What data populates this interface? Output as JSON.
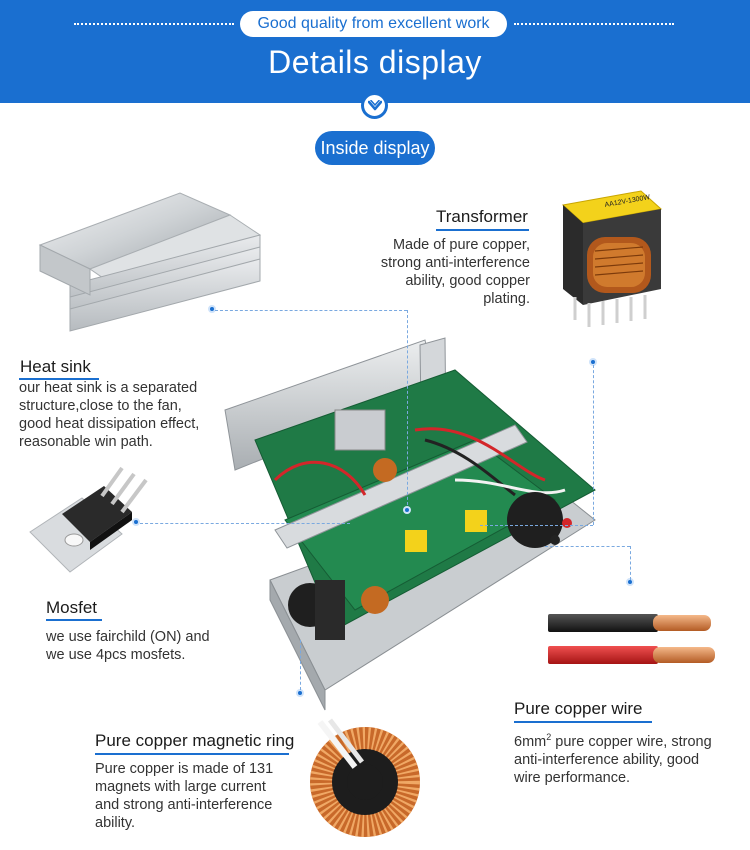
{
  "header": {
    "tagline": "Good quality from excellent work",
    "title": "Details display",
    "background": "#1a6fd0"
  },
  "section_badge": "Inside display",
  "features": {
    "transformer": {
      "title": "Transformer",
      "lines": [
        "Made of pure copper,",
        "strong anti-interference",
        "ability, good copper",
        "plating."
      ]
    },
    "heat_sink": {
      "title": "Heat sink",
      "lines": [
        "our heat sink is a separated",
        "structure,close to the fan,",
        "good heat dissipation effect,",
        "reasonable win path."
      ]
    },
    "mosfet": {
      "title": "Mosfet",
      "lines": [
        "we use fairchild (ON) and",
        "we use 4pcs mosfets."
      ]
    },
    "copper_wire": {
      "title": "Pure copper wire",
      "line1_prefix": "6mm",
      "line1_sup": "2",
      "line1_rest": " pure copper wire, strong",
      "lines": [
        "anti-interference ability, good",
        "wire performance."
      ]
    },
    "magnetic_ring": {
      "title": "Pure copper magnetic ring",
      "lines": [
        "Pure copper is made of 131",
        "magnets with large current",
        "and strong anti-interference",
        "ability."
      ]
    }
  },
  "transformer_print": "AA12V-1300W"
}
